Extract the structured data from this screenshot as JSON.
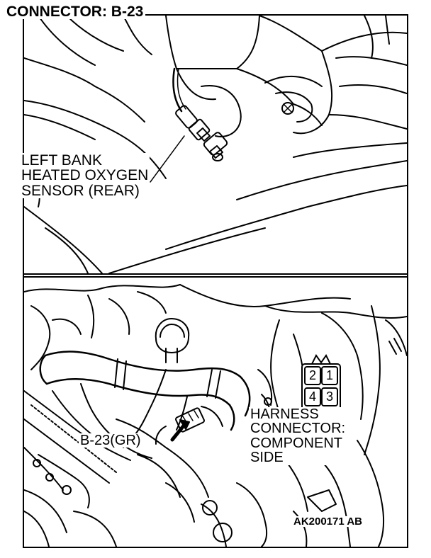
{
  "title": "CONNECTOR: B-23",
  "sensor_label": [
    "LEFT BANK",
    "HEATED OXYGEN",
    "SENSOR (REAR)"
  ],
  "connector_callout": "B-23(GR)",
  "harness_label": [
    "HARNESS",
    "CONNECTOR:",
    "COMPONENT",
    "SIDE"
  ],
  "connector_pins": [
    "2",
    "1",
    "4",
    "3"
  ],
  "reference_id": "AK200171 AB"
}
